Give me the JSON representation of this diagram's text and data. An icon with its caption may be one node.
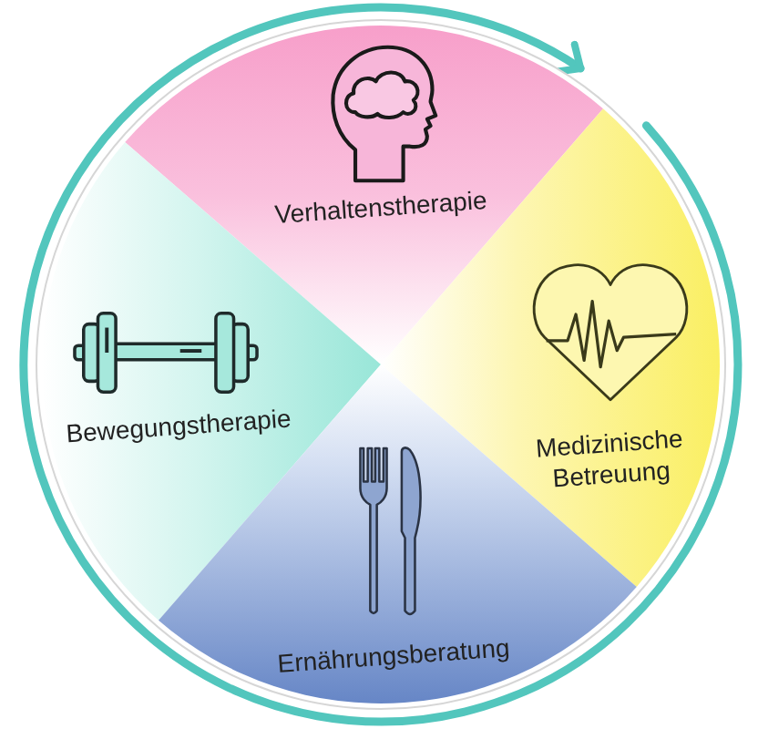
{
  "diagram": {
    "nodes": [
      {
        "text": [
          "Verhaltenstherapie"
        ]
      },
      {
        "text": [
          "Bewegungstherapie"
        ]
      },
      {
        "text": [
          "Medizinische Betreuung"
        ]
      },
      {
        "text": [
          "Ernährungsberatung"
        ]
      }
    ]
  }
}
